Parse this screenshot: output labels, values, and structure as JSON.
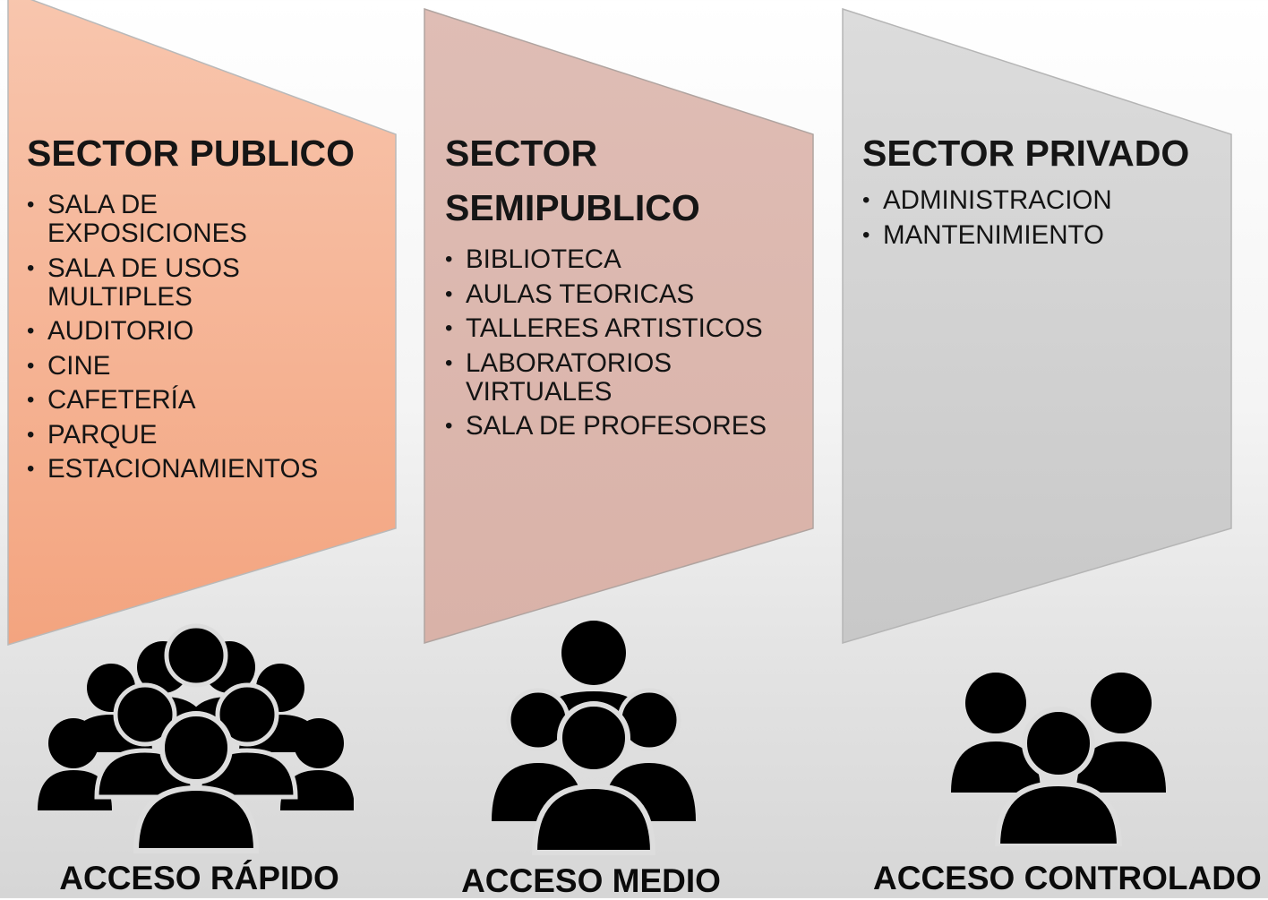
{
  "colors": {
    "panel_publico_top": "#f8c0a6",
    "panel_publico_bottom": "#f3a17c",
    "panel_semipublico": "#dcb7ae",
    "panel_privado_top": "#dadada",
    "panel_privado_bottom": "#c9c9c9",
    "people": "#000000"
  },
  "sectors": [
    {
      "title": "SECTOR PUBLICO",
      "items": [
        "SALA DE EXPOSICIONES",
        "SALA DE USOS MULTIPLES",
        "AUDITORIO",
        "CINE",
        "CAFETERÍA",
        "PARQUE",
        "ESTACIONAMIENTOS"
      ],
      "access": "ACCESO RÁPIDO",
      "icon": "crowd-large-icon"
    },
    {
      "title_line1": "SECTOR",
      "title_line2": "SEMIPUBLICO",
      "items": [
        "BIBLIOTECA",
        "AULAS TEORICAS",
        "TALLERES ARTISTICOS",
        "LABORATORIOS VIRTUALES",
        "SALA DE PROFESORES"
      ],
      "access": "ACCESO MEDIO",
      "icon": "crowd-medium-icon"
    },
    {
      "title": "SECTOR PRIVADO",
      "items": [
        "ADMINISTRACION",
        "MANTENIMIENTO"
      ],
      "access": "ACCESO CONTROLADO",
      "icon": "crowd-small-icon"
    }
  ]
}
